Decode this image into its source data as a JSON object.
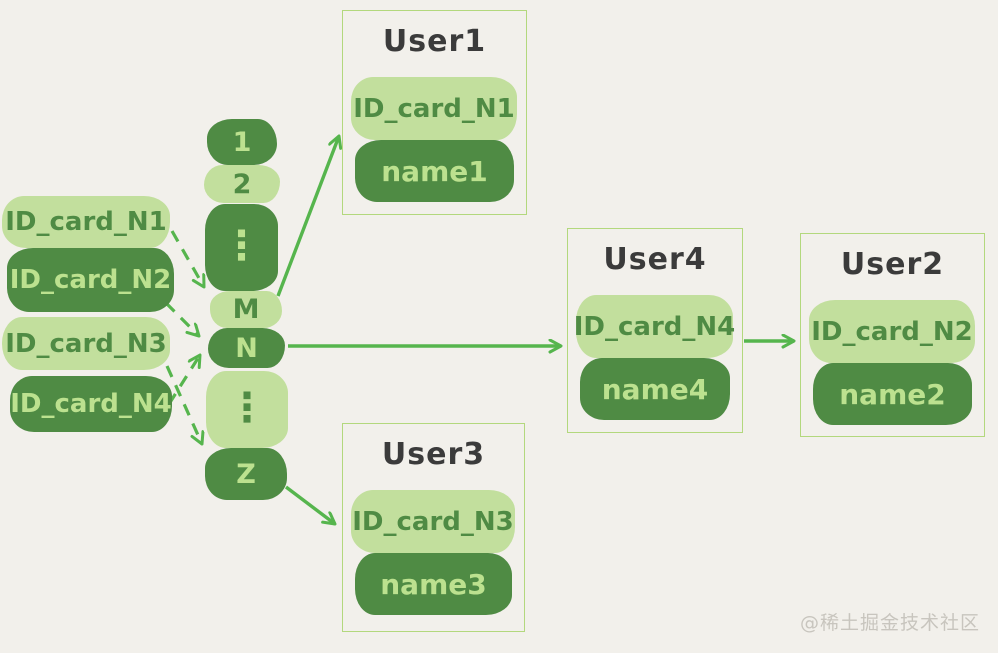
{
  "diagram": {
    "id_cards": [
      {
        "label": "ID_card_N1",
        "variant": "light"
      },
      {
        "label": "ID_card_N2",
        "variant": "dark"
      },
      {
        "label": "ID_card_N3",
        "variant": "light"
      },
      {
        "label": "ID_card_N4",
        "variant": "dark"
      }
    ],
    "slots": [
      {
        "label": "1",
        "variant": "dark"
      },
      {
        "label": "2",
        "variant": "light"
      },
      {
        "label": "⋮",
        "variant": "dark"
      },
      {
        "label": "M",
        "variant": "light"
      },
      {
        "label": "N",
        "variant": "dark"
      },
      {
        "label": "⋮",
        "variant": "light"
      },
      {
        "label": "Z",
        "variant": "dark"
      }
    ],
    "users": [
      {
        "title": "User1",
        "id_card": "ID_card_N1",
        "name": "name1"
      },
      {
        "title": "User4",
        "id_card": "ID_card_N4",
        "name": "name4"
      },
      {
        "title": "User2",
        "id_card": "ID_card_N2",
        "name": "name2"
      },
      {
        "title": "User3",
        "id_card": "ID_card_N3",
        "name": "name3"
      }
    ],
    "connections": [
      {
        "from": "ID_card_N1",
        "to": "slot-M",
        "style": "dashed"
      },
      {
        "from": "ID_card_N2",
        "to": "slot-N",
        "style": "dashed"
      },
      {
        "from": "ID_card_N3",
        "to": "slot-Z",
        "style": "dashed"
      },
      {
        "from": "ID_card_N4",
        "to": "slot-N",
        "style": "dashed"
      },
      {
        "from": "slot-M",
        "to": "User1",
        "style": "solid"
      },
      {
        "from": "slot-N",
        "to": "User4",
        "style": "solid"
      },
      {
        "from": "User4",
        "to": "User2",
        "style": "solid"
      },
      {
        "from": "slot-Z",
        "to": "User3",
        "style": "solid"
      }
    ],
    "watermark": "@稀土掘金技术社区",
    "colors": {
      "background": "#f2f0eb",
      "light_green": "#c2df9d",
      "dark_green": "#4f8b44",
      "light_text": "#bce18f",
      "arrow_green": "#56b54d",
      "box_border": "#b3d87d",
      "title_gray": "#3b3b3b",
      "watermark_gray": "#c8c5be"
    }
  }
}
